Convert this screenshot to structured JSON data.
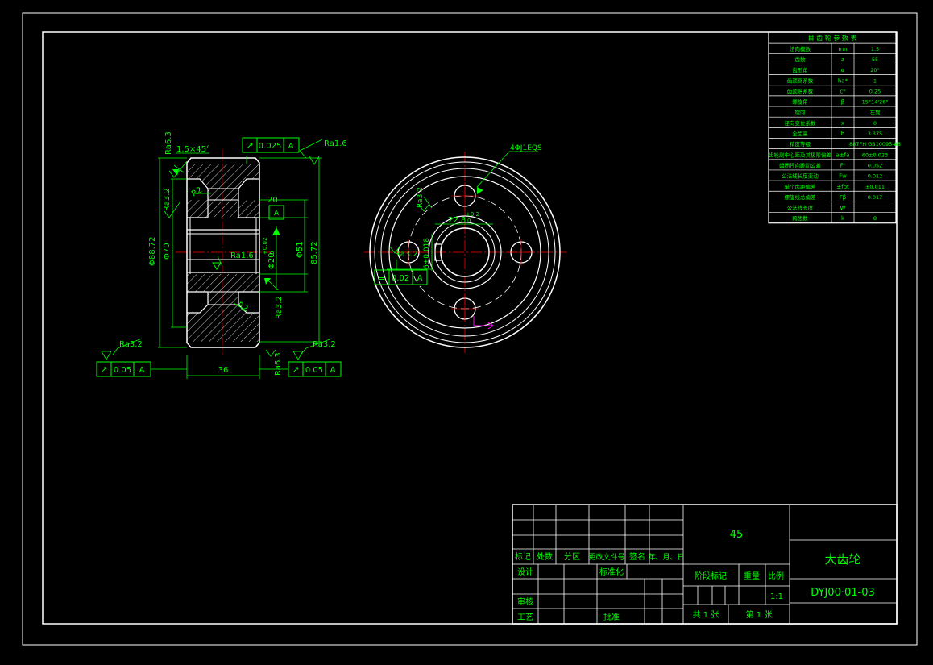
{
  "colors": {
    "background": "#000000",
    "outline": "#ffffff",
    "annotation": "#00ff00",
    "center_line": "#ff0000",
    "marker": "#ff00ff",
    "hatch": "#ffffff"
  },
  "section_view": {
    "chamfer": "1.5×45°",
    "roughness_top_left": "Ra6.3",
    "roughness_left": "Ra3.2",
    "roughness_top_right": "Ra1.6",
    "roughness_mid": "Ra1.6",
    "roughness_right_mid": "Ra3.2",
    "roughness_bottom_left": "Ra3.2",
    "roughness_bottom_right_vert": "Ra6.3",
    "roughness_bottom_right": "Ra3.2",
    "radius_top": "R2",
    "radius_bottom": "R2",
    "runout_top_value": "0.025",
    "runout_top_datum": "A",
    "runout_bottom_left_value": "0.05",
    "runout_bottom_left_datum": "A",
    "runout_bottom_right_value": "0.05",
    "runout_bottom_right_datum": "A",
    "datum_label": "A",
    "dim_tip_diameter": "Φ88.72",
    "dim_hub_diameter": "Φ70",
    "dim_bore": "Φ20",
    "dim_bore_tol": "+0.02",
    "dim_bore_tol_low": "0",
    "dim_root": "Φ51",
    "dim_pitch": "85.72",
    "dim_keyway_depth": "20",
    "dim_width": "36"
  },
  "front_view": {
    "holes_note": "4ΦJ1EQS",
    "keyway_dim": "22.8",
    "keyway_tol": "+0.2",
    "keyway_tol_low": "0",
    "keyway_width": "6±0.018",
    "roughness_left": "Ra3.2",
    "roughness_top": "Ra3.2",
    "symmetry_value": "0.02",
    "symmetry_datum": "A",
    "symmetry_symbol": "≡"
  },
  "param_table": {
    "title": "目 齿 轮 参 数 表",
    "rows": [
      {
        "name": "法向模数",
        "symbol": "mn",
        "value": "1.5"
      },
      {
        "name": "齿数",
        "symbol": "z",
        "value": "55"
      },
      {
        "name": "齿形角",
        "symbol": "α",
        "value": "20°"
      },
      {
        "name": "齿顶高系数",
        "symbol": "ha*",
        "value": "1"
      },
      {
        "name": "齿顶隙系数",
        "symbol": "c*",
        "value": "0.25"
      },
      {
        "name": "螺旋角",
        "symbol": "β",
        "value": "15°14'26\""
      },
      {
        "name": "旋向",
        "symbol": "",
        "value": "左旋"
      },
      {
        "name": "径向变位系数",
        "symbol": "x",
        "value": "0"
      },
      {
        "name": "全齿高",
        "symbol": "h",
        "value": "3.375"
      },
      {
        "name": "精度等级",
        "symbol": "",
        "value": "887FH GB10095-88"
      },
      {
        "name": "齿轮副中心距及其极限偏差",
        "symbol": "a±fa",
        "value": "60±0.023"
      },
      {
        "name": "齿圈径向跳动公差",
        "symbol": "Fr",
        "value": "0.052"
      },
      {
        "name": "公法线长度变动",
        "symbol": "Fw",
        "value": "0.012"
      },
      {
        "name": "单个齿距偏差",
        "symbol": "±fpt",
        "value": "±0.011"
      },
      {
        "name": "螺旋线总偏差",
        "symbol": "Fβ",
        "value": "0.017"
      },
      {
        "name": "公法线长度",
        "symbol": "W",
        "value": ""
      },
      {
        "name": "跨齿数",
        "symbol": "k",
        "value": "8"
      }
    ]
  },
  "title_block": {
    "material": "45",
    "part_name": "大齿轮",
    "drawing_no": "DYJ00·01-03",
    "rev_headers": [
      "标记",
      "处数",
      "分区",
      "更改文件号",
      "签名",
      "年、月、日"
    ],
    "design": "设计",
    "standardize": "标准化",
    "check": "审核",
    "process": "工艺",
    "approve": "批准",
    "stage_mark": "阶段标记",
    "weight": "重量",
    "scale": "比例",
    "scale_value": "1:1",
    "sheets_total": "共 1 张",
    "sheet_no": "第 1 张"
  }
}
